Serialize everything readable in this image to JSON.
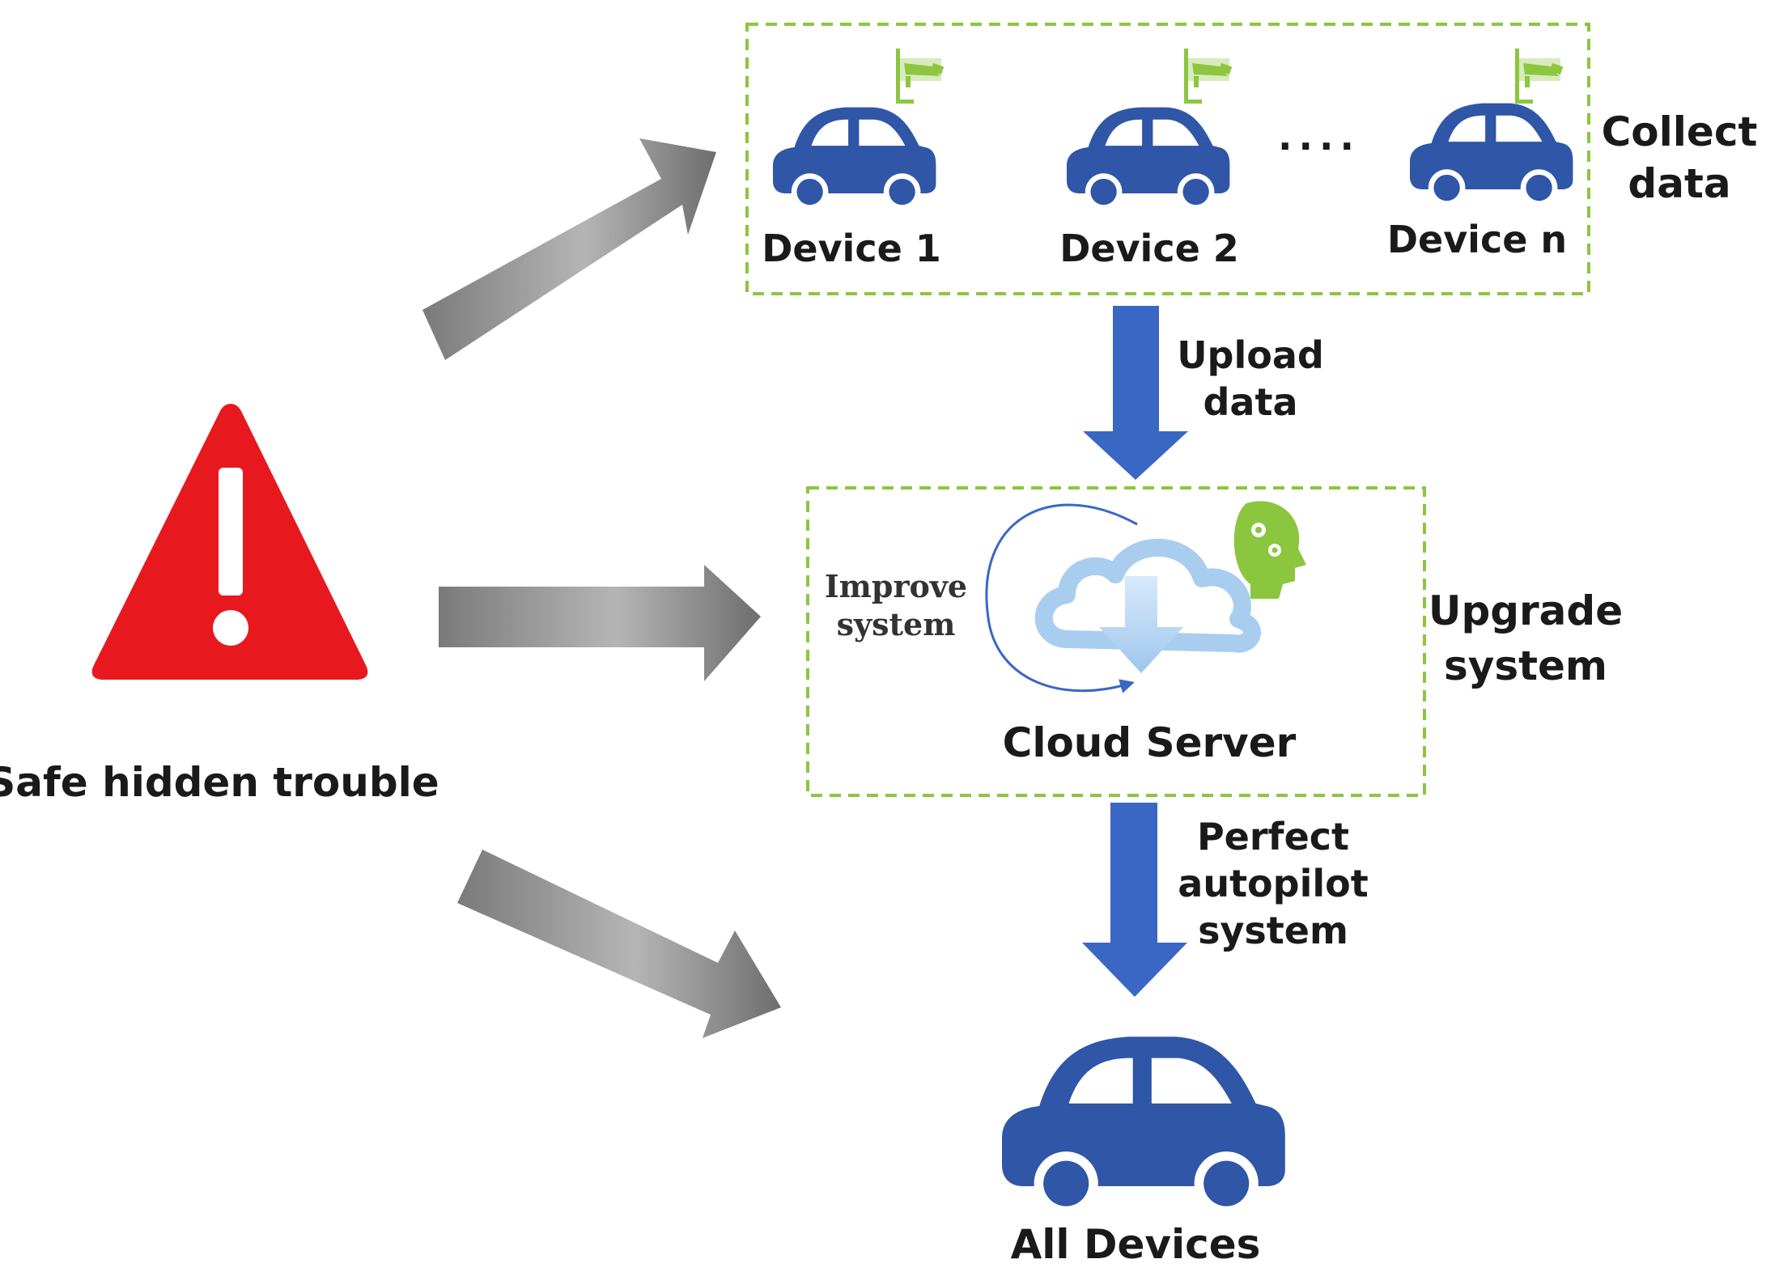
{
  "hazard": {
    "label": "Safe hidden trouble",
    "icon": "warning-triangle-icon",
    "color": "#e8191e"
  },
  "collect_group": {
    "label_line1": "Collect",
    "label_line2": "data",
    "devices": [
      {
        "label": "Device 1",
        "icon": "car-icon"
      },
      {
        "label": "Device 2",
        "icon": "car-icon"
      },
      {
        "label": "Device n",
        "icon": "car-icon"
      }
    ],
    "ellipsis": "....",
    "sensor_icon": "camera-flag-icon",
    "sensor_color": "#8cc63f"
  },
  "upload": {
    "label_line1": "Upload",
    "label_line2": "data"
  },
  "cloud_group": {
    "server_label": "Cloud Server",
    "improve_line1": "Improve",
    "improve_line2": "system",
    "upgrade_line1": "Upgrade",
    "upgrade_line2": "system",
    "cloud_icon": "cloud-download-icon",
    "brain_icon": "ai-head-icon"
  },
  "perfect": {
    "line1": "Perfect",
    "line2": "autopilot",
    "line3": "system"
  },
  "all_devices": {
    "label": "All Devices",
    "icon": "car-icon"
  },
  "colors": {
    "car_blue": "#2f56a7",
    "arrow_blue": "#3a67c4",
    "arrow_gray": "#8c8c8c",
    "dash_green": "#8cc63f",
    "cloud_light": "#a9cdee"
  }
}
